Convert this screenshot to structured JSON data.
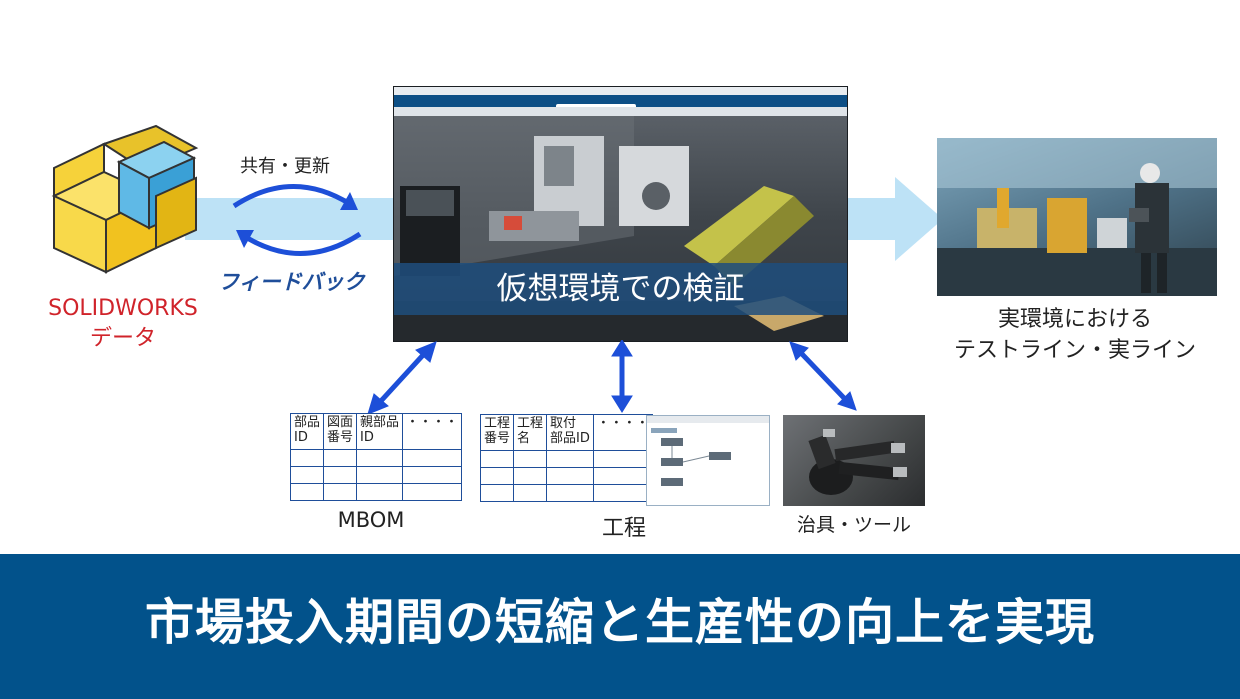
{
  "labels": {
    "share_update": "共有・更新",
    "feedback": "フィードバック",
    "solidworks_line1": "SOLIDWORKS",
    "solidworks_line2": "データ",
    "virtual_verification": "仮想環境での検証",
    "real_env_line1": "実環境における",
    "real_env_line2": "テストライン・実ライン",
    "mbom": "MBOM",
    "process": "工程",
    "jigs_tools": "治具・ツール"
  },
  "mbom_table": {
    "headers": [
      "部品\nID",
      "図面\n番号",
      "親部品\nID",
      "・・・・"
    ],
    "empty_rows": 3
  },
  "process_table": {
    "headers": [
      "工程\n番号",
      "工程\n名",
      "取付\n部品ID",
      "・・・・"
    ],
    "empty_rows": 3
  },
  "banner": {
    "text": "市場投入期間の短縮と生産性の向上を実現"
  },
  "colors": {
    "flow_band": "#bde2f6",
    "arrow_blue": "#1d4fd8",
    "solidworks_red": "#d0232a",
    "banner_blue": "#02528b",
    "table_border": "#1f4e9a"
  }
}
